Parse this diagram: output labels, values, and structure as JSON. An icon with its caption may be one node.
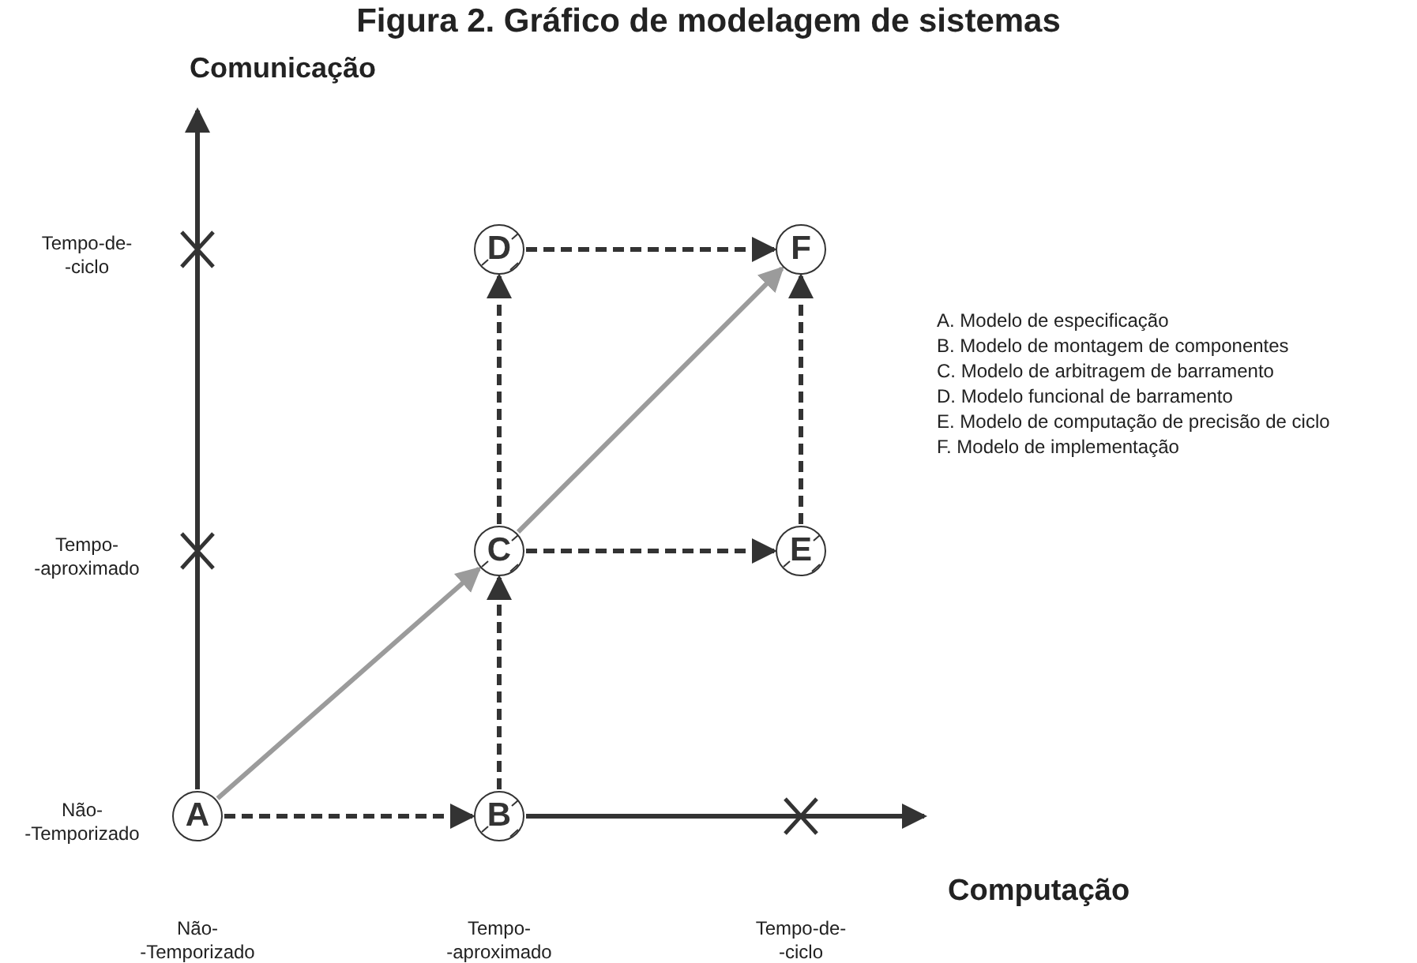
{
  "diagram": {
    "title": "Figura 2. Gráfico de modelagem de sistemas",
    "nodes": [
      {
        "text": [
          "A"
        ]
      },
      {
        "text": [
          "B"
        ]
      },
      {
        "text": [
          "C"
        ]
      },
      {
        "text": [
          "D"
        ]
      },
      {
        "text": [
          "E"
        ]
      },
      {
        "text": [
          "F"
        ]
      }
    ],
    "edges": [
      {
        "from": 0,
        "to": 1,
        "arrow": "to",
        "style": "dashed"
      },
      {
        "from": 1,
        "to": 2,
        "arrow": "to",
        "style": "dashed"
      },
      {
        "from": 2,
        "to": 3,
        "arrow": "to",
        "style": "dashed"
      },
      {
        "from": 3,
        "to": 5,
        "arrow": "to",
        "style": "dashed"
      },
      {
        "from": 2,
        "to": 4,
        "arrow": "to",
        "style": "dashed"
      },
      {
        "from": 4,
        "to": 5,
        "arrow": "to",
        "style": "dashed"
      },
      {
        "from": 0,
        "to": 2,
        "arrow": "to",
        "color": "#9b9b9b"
      },
      {
        "from": 2,
        "to": 5,
        "arrow": "to",
        "color": "#9b9b9b"
      }
    ],
    "labels": [
      "Comunicação",
      "Tempo-de- -ciclo",
      "Tempo- -aproximado",
      "A. Modelo de especificação",
      "B. Modelo de montagem de componentes",
      "C. Modelo de arbitragem de barramento",
      "D. Modelo funcional de barramento",
      "E. Modelo de computação de precisão de ciclo",
      "F. Modelo de implementação",
      "Não- -Temporizado",
      "Computação",
      "Não- -Temporizado",
      "Tempo- -aproximado",
      "Tempo-de- -ciclo"
    ]
  }
}
